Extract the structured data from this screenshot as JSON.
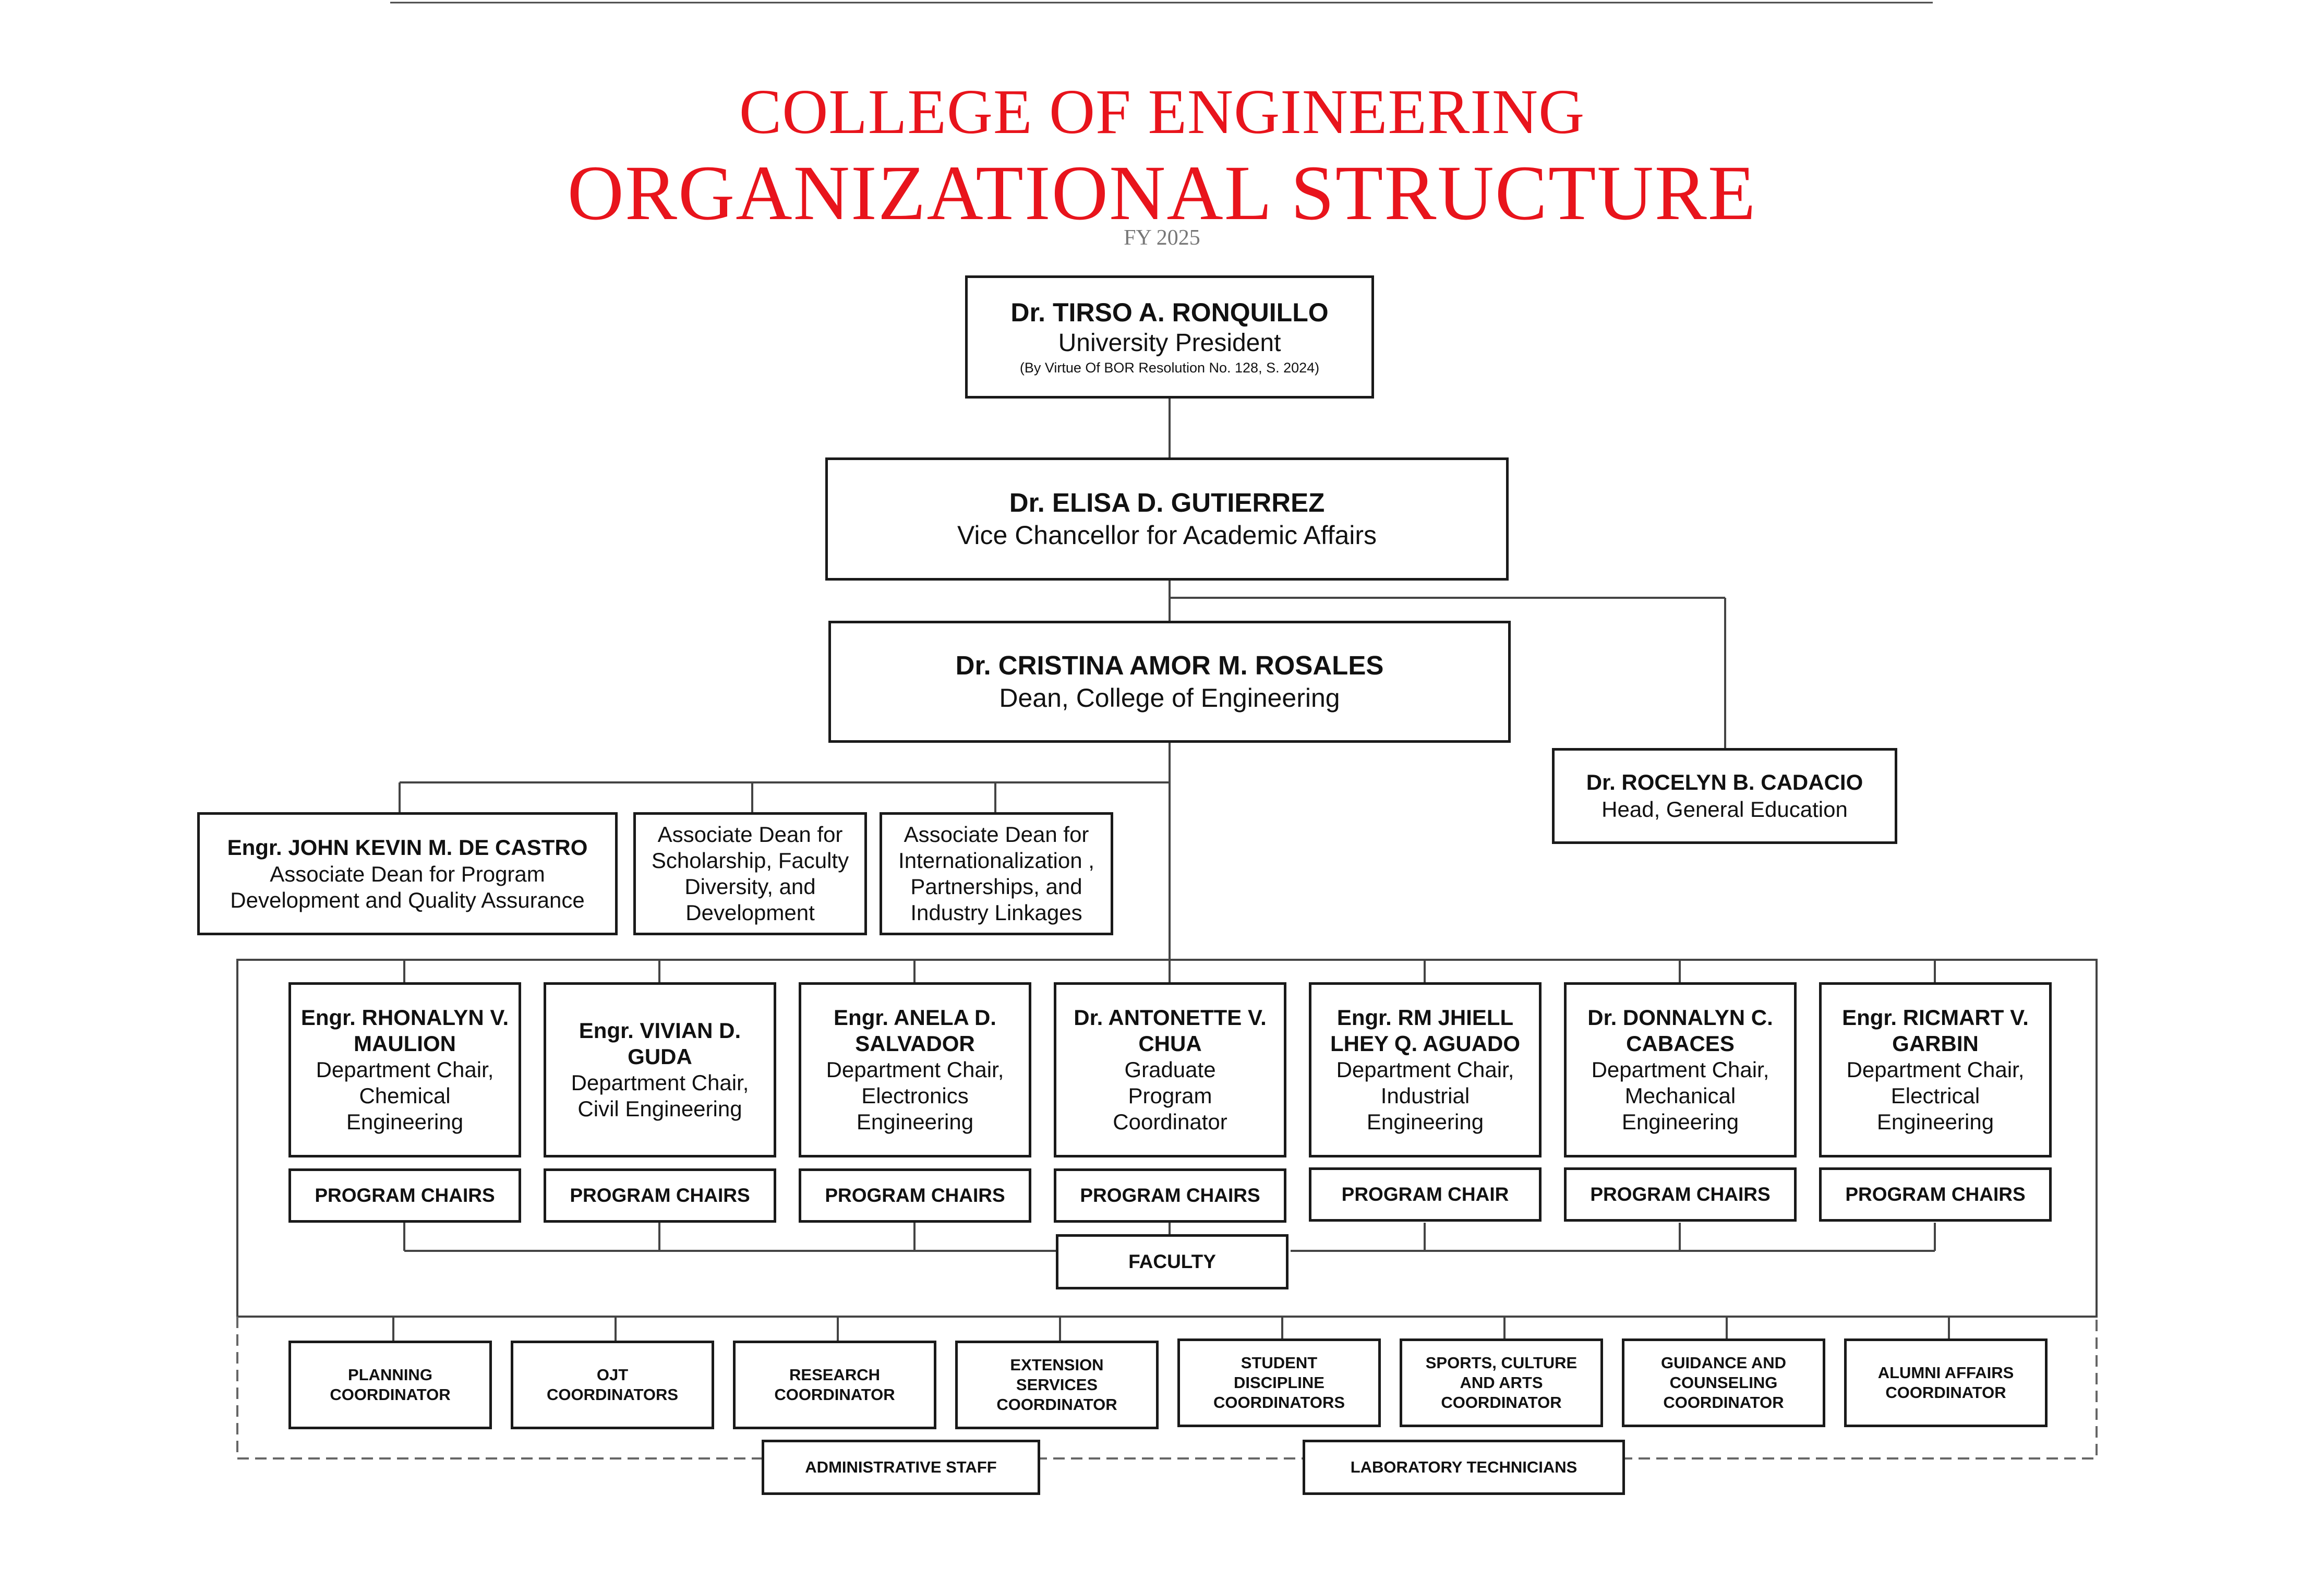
{
  "header": {
    "title_line1": "COLLEGE OF ENGINEERING",
    "title_line2": "ORGANIZATIONAL STRUCTURE",
    "fiscal_year": "FY 2025",
    "title_color": "#e8141c"
  },
  "president": {
    "name": "Dr. TIRSO A. RONQUILLO",
    "role": "University President",
    "note": "(By Virtue Of BOR Resolution No. 128, S. 2024)"
  },
  "vice_chancellor": {
    "name": "Dr. ELISA D. GUTIERREZ",
    "role": "Vice Chancellor for Academic Affairs"
  },
  "dean": {
    "name": "Dr. CRISTINA AMOR M. ROSALES",
    "role": "Dean, College of Engineering"
  },
  "gen_ed_head": {
    "name": "Dr. ROCELYN B. CADACIO",
    "role": "Head, General Education"
  },
  "associate_deans": [
    {
      "name": "Engr. JOHN KEVIN M. DE CASTRO",
      "role": "Associate Dean for Program Development and Quality Assurance"
    },
    {
      "name": "",
      "role": "Associate Dean for Scholarship, Faculty Diversity, and Development"
    },
    {
      "name": "",
      "role": "Associate Dean for Internationalization , Partnerships, and Industry Linkages"
    }
  ],
  "departments": [
    {
      "name": "Engr. RHONALYN V. MAULION",
      "role": "Department Chair, Chemical Engineering",
      "chairs_label": "PROGRAM CHAIRS"
    },
    {
      "name": "Engr. VIVIAN D. GUDA",
      "role": "Department Chair, Civil Engineering",
      "chairs_label": "PROGRAM CHAIRS"
    },
    {
      "name": "Engr. ANELA D. SALVADOR",
      "role": "Department Chair, Electronics Engineering",
      "chairs_label": "PROGRAM CHAIRS"
    },
    {
      "name": "Dr. ANTONETTE V. CHUA",
      "role": "Graduate Program Coordinator",
      "chairs_label": "PROGRAM CHAIRS"
    },
    {
      "name": "Engr. RM JHIELL LHEY Q. AGUADO",
      "role": "Department Chair, Industrial Engineering",
      "chairs_label": "PROGRAM CHAIR"
    },
    {
      "name": "Dr. DONNALYN C. CABACES",
      "role": "Department Chair, Mechanical Engineering",
      "chairs_label": "PROGRAM CHAIRS"
    },
    {
      "name": "Engr. RICMART V. GARBIN",
      "role": "Department Chair, Electrical Engineering",
      "chairs_label": "PROGRAM CHAIRS"
    }
  ],
  "faculty_label": "FACULTY",
  "coordinators": [
    "PLANNING COORDINATOR",
    "OJT COORDINATORS",
    "RESEARCH COORDINATOR",
    "EXTENSION SERVICES COORDINATOR",
    "STUDENT DISCIPLINE COORDINATORS",
    "SPORTS,  CULTURE AND ARTS COORDINATOR",
    "GUIDANCE AND COUNSELING COORDINATOR",
    "ALUMNI AFFAIRS COORDINATOR"
  ],
  "support_staff": [
    "ADMINISTRATIVE STAFF",
    "LABORATORY TECHNICIANS"
  ]
}
